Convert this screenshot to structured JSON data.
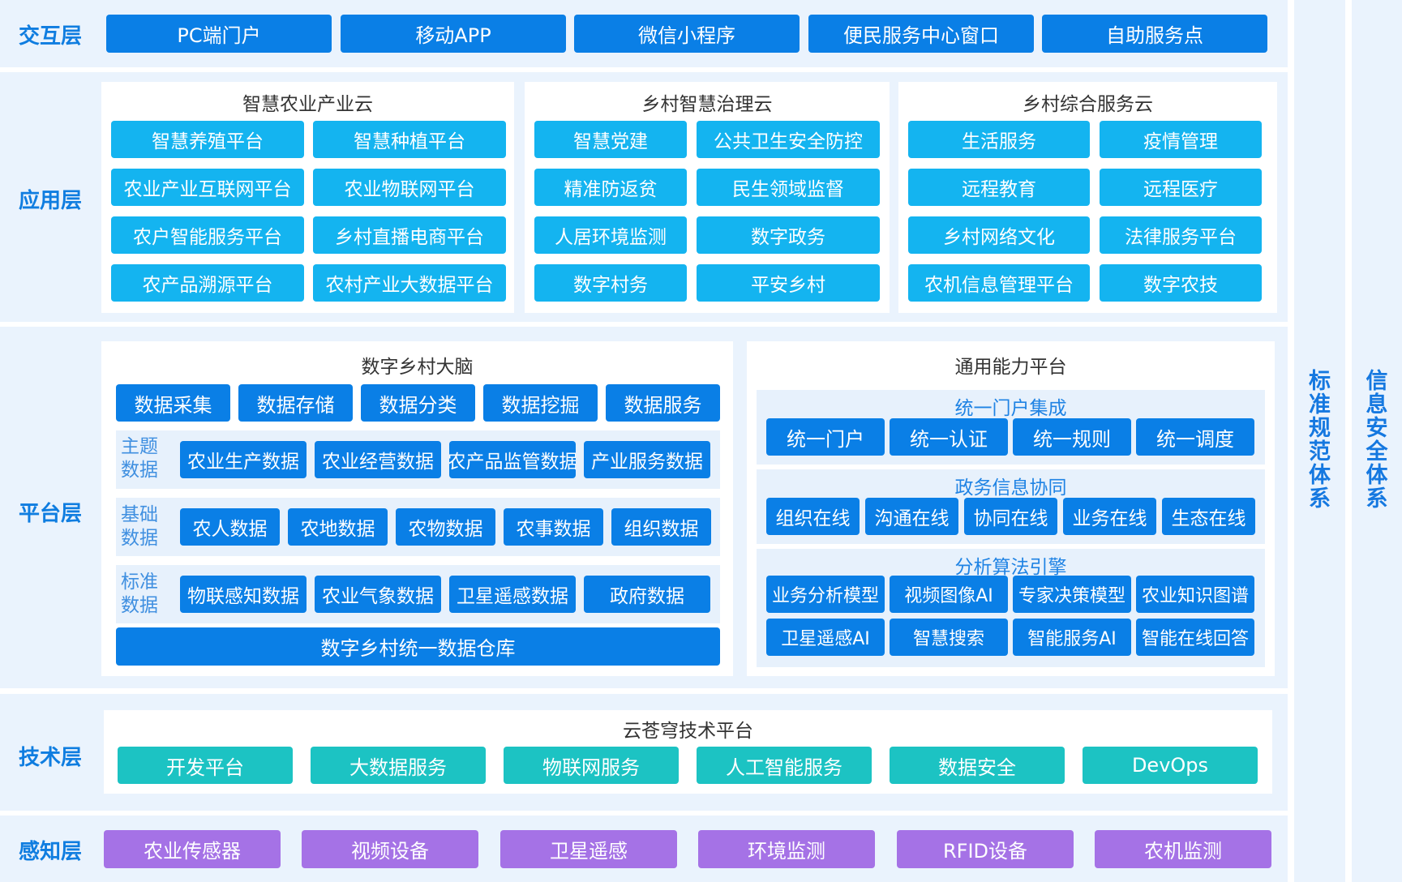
{
  "interaction": {
    "label": "交互层",
    "items": [
      "PC端门户",
      "移动APP",
      "微信小程序",
      "便民服务中心窗口",
      "自助服务点"
    ]
  },
  "application": {
    "label": "应用层",
    "panels": [
      {
        "title": "智慧农业产业云",
        "items": [
          "智慧养殖平台",
          "智慧种植平台",
          "农业产业互联网平台",
          "农业物联网平台",
          "农户智能服务平台",
          "乡村直播电商平台",
          "农产品溯源平台",
          "农村产业大数据平台"
        ]
      },
      {
        "title": "乡村智慧治理云",
        "items": [
          "智慧党建",
          "公共卫生安全防控",
          "精准防返贫",
          "民生领域监督",
          "人居环境监测",
          "数字政务",
          "数字村务",
          "平安乡村"
        ]
      },
      {
        "title": "乡村综合服务云",
        "items": [
          "生活服务",
          "疫情管理",
          "远程教育",
          "远程医疗",
          "乡村网络文化",
          "法律服务平台",
          "农机信息管理平台",
          "数字农技"
        ]
      }
    ]
  },
  "platform": {
    "label": "平台层",
    "brain": {
      "title": "数字乡村大脑",
      "top_row": [
        "数据采集",
        "数据存储",
        "数据分类",
        "数据挖掘",
        "数据服务"
      ],
      "groups": [
        {
          "label_line1": "主题",
          "label_line2": "数据",
          "items": [
            "农业生产数据",
            "农业经营数据",
            "农产品监管数据",
            "产业服务数据"
          ]
        },
        {
          "label_line1": "基础",
          "label_line2": "数据",
          "items": [
            "农人数据",
            "农地数据",
            "农物数据",
            "农事数据",
            "组织数据"
          ]
        },
        {
          "label_line1": "标准",
          "label_line2": "数据",
          "items": [
            "物联感知数据",
            "农业气象数据",
            "卫星遥感数据",
            "政府数据"
          ]
        }
      ],
      "warehouse": "数字乡村统一数据仓库"
    },
    "general": {
      "title": "通用能力平台",
      "portal": {
        "title": "统一门户集成",
        "items": [
          "统一门户",
          "统一认证",
          "统一规则",
          "统一调度"
        ]
      },
      "gov": {
        "title": "政务信息协同",
        "items": [
          "组织在线",
          "沟通在线",
          "协同在线",
          "业务在线",
          "生态在线"
        ]
      },
      "algo": {
        "title": "分析算法引擎",
        "row1": [
          "业务分析模型",
          "视频图像AI",
          "专家决策模型",
          "农业知识图谱"
        ],
        "row2": [
          "卫星遥感AI",
          "智慧搜索",
          "智能服务AI",
          "智能在线回答"
        ]
      }
    }
  },
  "technology": {
    "label": "技术层",
    "title": "云苍穹技术平台",
    "items": [
      "开发平台",
      "大数据服务",
      "物联网服务",
      "人工智能服务",
      "数据安全",
      "DevOps"
    ]
  },
  "perception": {
    "label": "感知层",
    "items": [
      "农业传感器",
      "视频设备",
      "卫星遥感",
      "环境监测",
      "RFID设备",
      "农机监测"
    ]
  },
  "side": {
    "standards": "标准规范体系",
    "security": "信息安全体系"
  }
}
